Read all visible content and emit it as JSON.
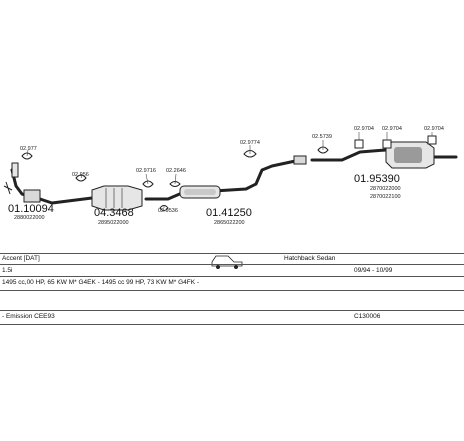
{
  "parts": {
    "p1": {
      "code": "01.10094",
      "serial": "2880022000"
    },
    "p1_clip": {
      "code": "02.977"
    },
    "p2": {
      "code": "04.3468",
      "serial": "2895022000"
    },
    "p2_clip": {
      "code": "02.956"
    },
    "p3_clip_a": {
      "code": "02.9716"
    },
    "p3_clip_b": {
      "code": "02.9536"
    },
    "p3_clip_c": {
      "code": "02.2646"
    },
    "p4": {
      "code": "01.41250",
      "serial": "2865022200"
    },
    "p5_clip": {
      "code": "02.9774"
    },
    "p6_clip": {
      "code": "02.5739"
    },
    "p7_clip_a": {
      "code": "02.9704"
    },
    "p7_clip_b": {
      "code": "02.9704"
    },
    "p7_clip_c": {
      "code": "02.9704"
    },
    "p8": {
      "code": "01.95390",
      "serial_1": "2870022000",
      "serial_2": "2870022100"
    }
  },
  "info": {
    "model": "Accent [DAT]",
    "body": "Hatchback Sedan",
    "engine": "1.5i",
    "years": "09/94 - 10/99",
    "engine_detail": "1495 cc,00 HP, 65 KW M* G4EK - 1495 cc 99 HP, 73 KW M* G4FK -",
    "emission": "- Emission CEE93",
    "catalog": "C130006"
  },
  "colors": {
    "line": "#222222",
    "part_fill": "#e6e6e6",
    "shade": "#9a9a9a"
  }
}
